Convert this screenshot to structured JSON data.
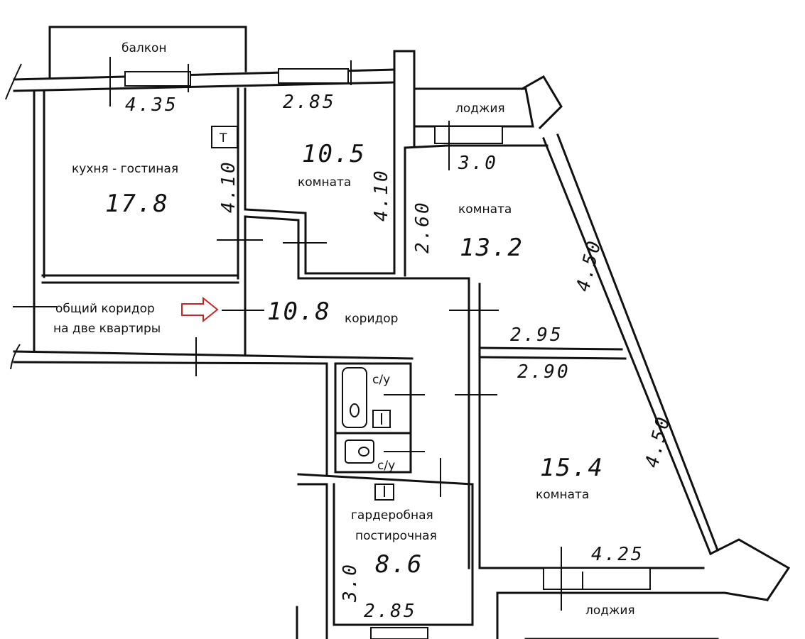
{
  "labels": {
    "balcony": "балкон",
    "loggia_top": "лоджия",
    "loggia_bottom": "лоджия",
    "kitchen": "кухня - гостиная",
    "room_a": "комната",
    "room_b": "комната",
    "room_c": "комната",
    "corridor": "коридор",
    "common_corridor_1": "общий коридор",
    "common_corridor_2": "на две квартиры",
    "wc_1": "с/у",
    "wc_2": "с/у",
    "wardrobe_1": "гардеробная",
    "wardrobe_2": "постирочная",
    "wc_symbol": "Т"
  },
  "areas": {
    "kitchen": "17.8",
    "room_a": "10.5",
    "room_b": "13.2",
    "corridor": "10.8",
    "room_c": "15.4",
    "wardrobe": "8.6"
  },
  "dimensions": {
    "kitchen_width": "4.35",
    "room_a_width": "2.85",
    "kitchen_depth": "4.10",
    "room_a_depth": "4.10",
    "room_b_top": "3.0",
    "room_b_left": "2.60",
    "room_b_right": "4.50",
    "room_b_bottom": "2.95",
    "room_c_top": "2.90",
    "room_c_right": "4.50",
    "room_c_bottom": "4.25",
    "wardrobe_depth": "3.0",
    "wardrobe_width": "2.85"
  },
  "colors": {
    "arrow": "#c62828",
    "ink": "#111111"
  }
}
